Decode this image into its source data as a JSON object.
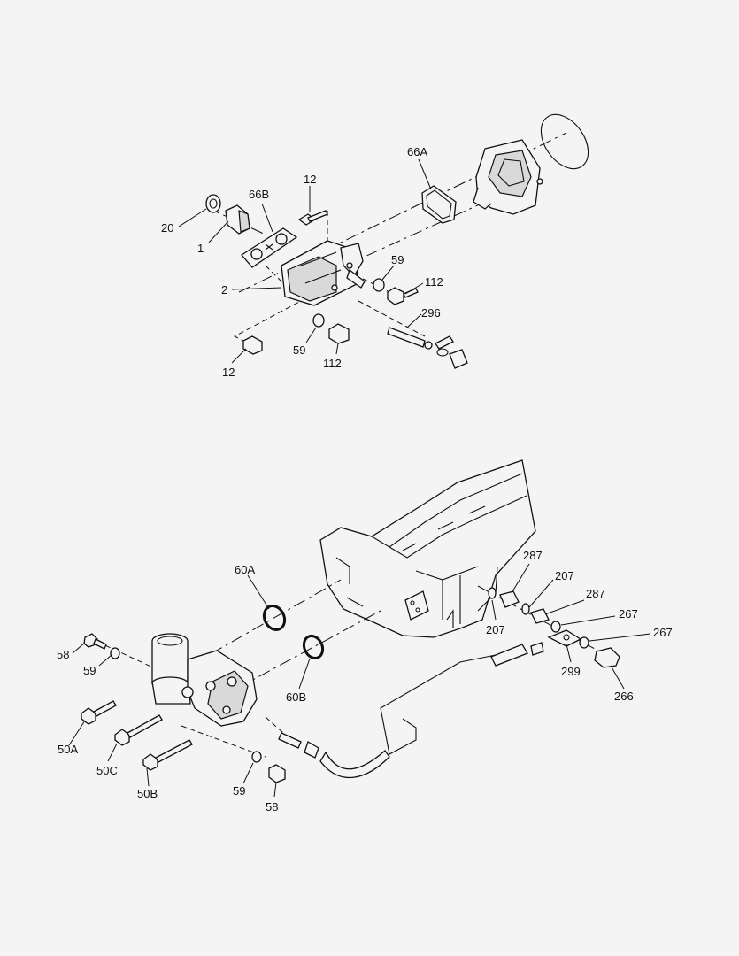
{
  "callouts": {
    "c20": "20",
    "c1": "1",
    "c66b": "66B",
    "c12_top": "12",
    "c66a": "66A",
    "c2": "2",
    "c59_right": "59",
    "c112_right": "112",
    "c296": "296",
    "c12_bottom": "12",
    "c59_mid": "59",
    "c112_mid": "112",
    "c60a": "60A",
    "c287_upper": "287",
    "c207_upper": "207",
    "c207_lower": "207",
    "c287_lower": "287",
    "c267_upper": "267",
    "c267_lower": "267",
    "c299": "299",
    "c266": "266",
    "c58_left": "58",
    "c59_left": "59",
    "c60b": "60B",
    "c50a": "50A",
    "c50c": "50C",
    "c50b": "50B",
    "c59_bottom": "59",
    "c58_bottom": "58"
  }
}
